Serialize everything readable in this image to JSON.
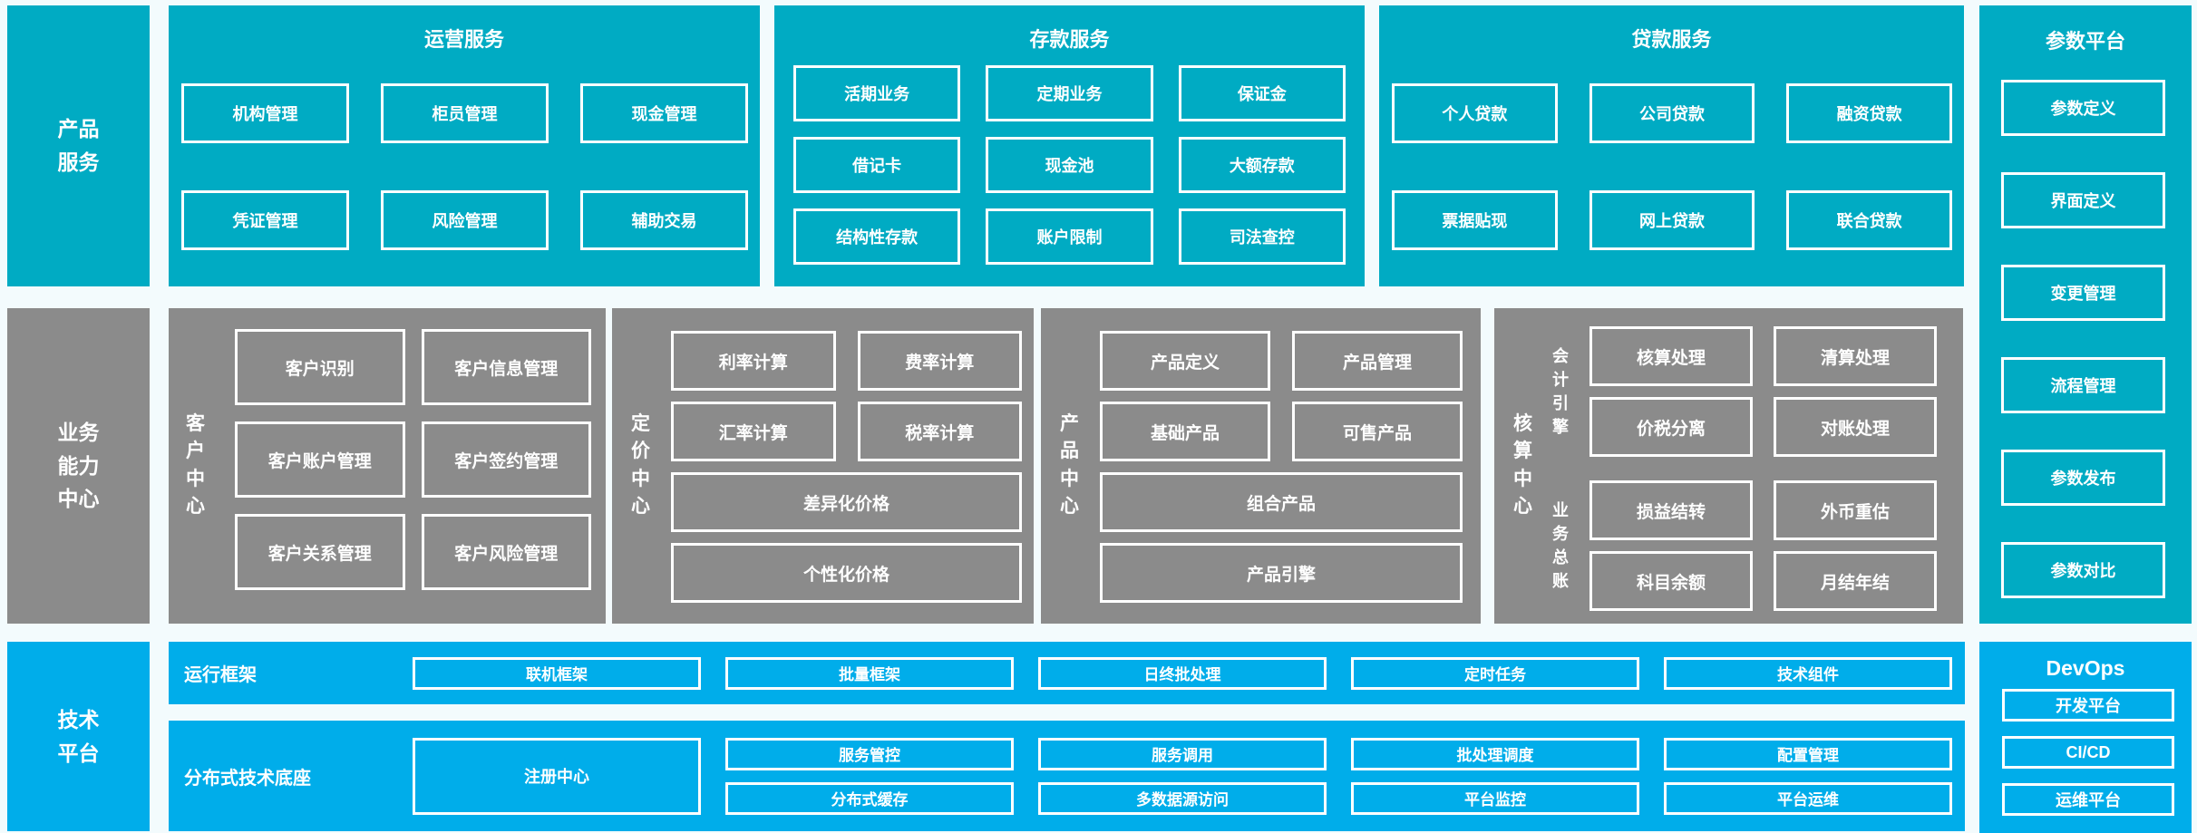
{
  "colors": {
    "teal": "#00abc3",
    "gray": "#8b8b8b",
    "blue": "#00adea",
    "bg": "#f3fbfd",
    "text": "#ffffff"
  },
  "product_services": {
    "sidebar_label": "产品服务",
    "panels": [
      {
        "title": "运营服务",
        "items": [
          "机构管理",
          "柜员管理",
          "现金管理",
          "凭证管理",
          "风险管理",
          "辅助交易"
        ]
      },
      {
        "title": "存款服务",
        "items": [
          "活期业务",
          "定期业务",
          "保证金",
          "借记卡",
          "现金池",
          "大额存款",
          "结构性存款",
          "账户限制",
          "司法查控"
        ]
      },
      {
        "title": "贷款服务",
        "items": [
          "个人贷款",
          "公司贷款",
          "融资贷款",
          "票据贴现",
          "网上贷款",
          "联合贷款"
        ]
      }
    ]
  },
  "parameter_platform": {
    "title": "参数平台",
    "items": [
      "参数定义",
      "界面定义",
      "变更管理",
      "流程管理",
      "参数发布",
      "参数对比"
    ]
  },
  "business_capability": {
    "sidebar_label": "业务能力中心",
    "customer_center": {
      "label": "客户中心",
      "items": [
        "客户识别",
        "客户信息管理",
        "客户账户管理",
        "客户签约管理",
        "客户关系管理",
        "客户风险管理"
      ]
    },
    "pricing_center": {
      "label": "定价中心",
      "pair_items": [
        "利率计算",
        "费率计算",
        "汇率计算",
        "税率计算"
      ],
      "full_items": [
        "差异化价格",
        "个性化价格"
      ]
    },
    "product_center": {
      "label": "产品中心",
      "pair_items": [
        "产品定义",
        "产品管理",
        "基础产品",
        "可售产品"
      ],
      "full_items": [
        "组合产品",
        "产品引擎"
      ]
    },
    "accounting_center": {
      "label": "核算中心",
      "groups": [
        {
          "label": "会计引擎",
          "items": [
            "核算处理",
            "清算处理",
            "价税分离",
            "对账处理"
          ]
        },
        {
          "label": "业务总账",
          "items": [
            "损益结转",
            "外币重估",
            "科目余额",
            "月结年结"
          ]
        }
      ]
    }
  },
  "technology_platform": {
    "sidebar_label": "技术平台",
    "runtime_framework": {
      "label": "运行框架",
      "items": [
        "联机框架",
        "批量框架",
        "日终批处理",
        "定时任务",
        "技术组件"
      ]
    },
    "distributed_base": {
      "label": "分布式技术底座",
      "registry": "注册中心",
      "items": [
        "服务管控",
        "服务调用",
        "批处理调度",
        "配置管理",
        "分布式缓存",
        "多数据源访问",
        "平台监控",
        "平台运维"
      ]
    },
    "devops": {
      "title": "DevOps",
      "items": [
        "开发平台",
        "CI/CD",
        "运维平台"
      ]
    }
  }
}
